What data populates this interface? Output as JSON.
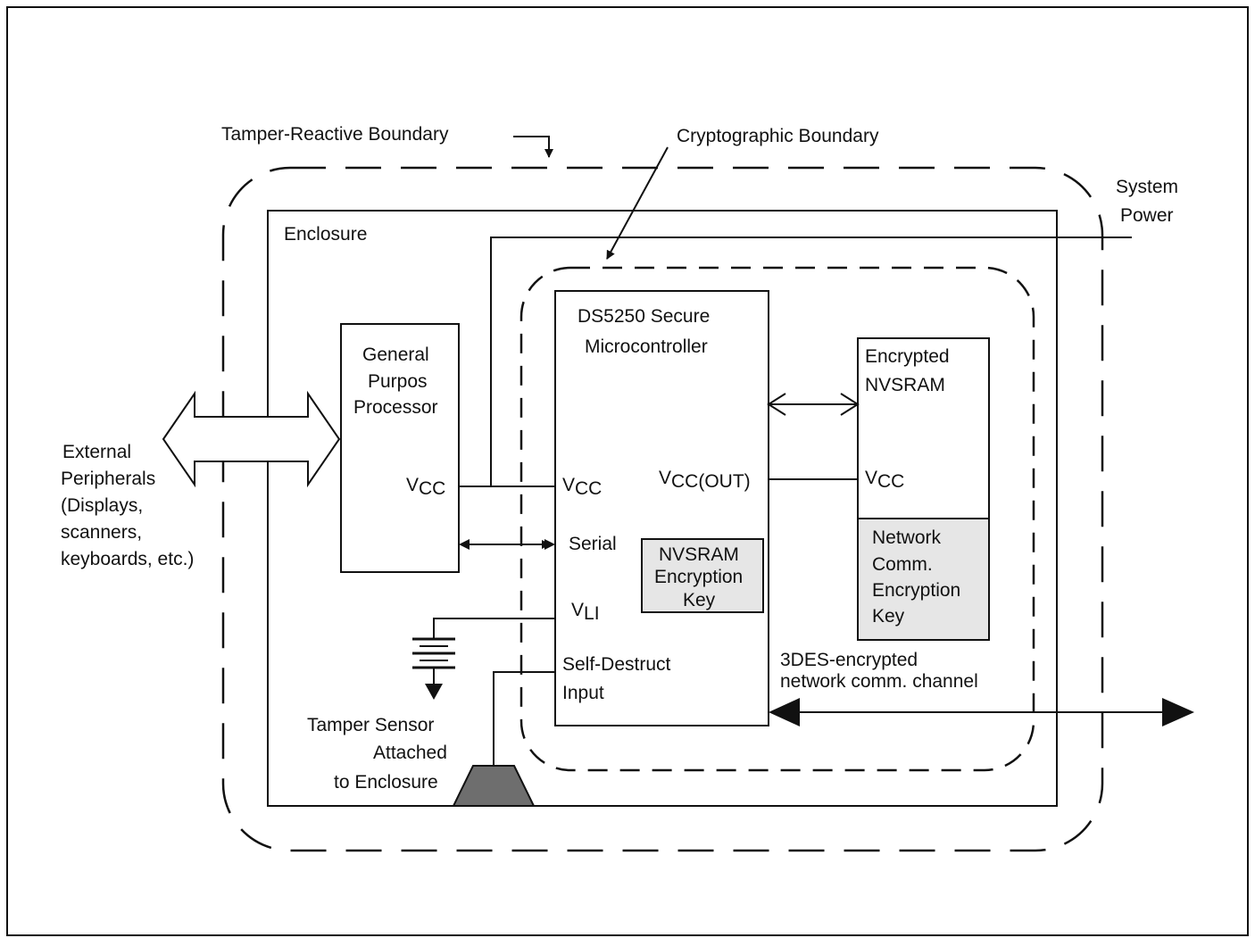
{
  "labels": {
    "tamper_boundary": "Tamper-Reactive Boundary",
    "crypto_boundary": "Cryptographic Boundary",
    "system_power_1": "System",
    "system_power_2": "Power",
    "enclosure": "Enclosure",
    "external_1": "External",
    "external_2": "Peripherals",
    "external_3": "(Displays,",
    "external_4": "scanners,",
    "external_5": "keyboards, etc.)",
    "gpp_1": "General",
    "gpp_2": "Purpos",
    "gpp_3": "Processor",
    "gpp_vcc_v": "V",
    "gpp_vcc_sub": "CC",
    "mcu_1": "DS5250 Secure",
    "mcu_2": "Microcontroller",
    "mcu_vcc_v": "V",
    "mcu_vcc_sub": "CC",
    "mcu_vccout_v": "V",
    "mcu_vccout_sub": "CC(OUT)",
    "mcu_serial": "Serial",
    "mcu_vli_v": "V",
    "mcu_vli_sub": "LI",
    "mcu_self_1": "Self-Destruct",
    "mcu_self_2": "Input",
    "key1_1": "NVSRAM",
    "key1_2": "Encryption",
    "key1_3": "Key",
    "nvsram_1": "Encrypted",
    "nvsram_2": "NVSRAM",
    "nvsram_vcc_v": "V",
    "nvsram_vcc_sub": "CC",
    "key2_1": "Network",
    "key2_2": "Comm.",
    "key2_3": "Encryption",
    "key2_4": "Key",
    "channel_1": "3DES-encrypted",
    "channel_2": "network comm. channel",
    "tamper_sensor_1": "Tamper  Sensor",
    "tamper_sensor_2": "Attached",
    "tamper_sensor_3": "to Enclosure"
  },
  "colors": {
    "line": "#111111",
    "key_fill": "#e6e6e6",
    "sensor_fill": "#6e6e6e"
  }
}
